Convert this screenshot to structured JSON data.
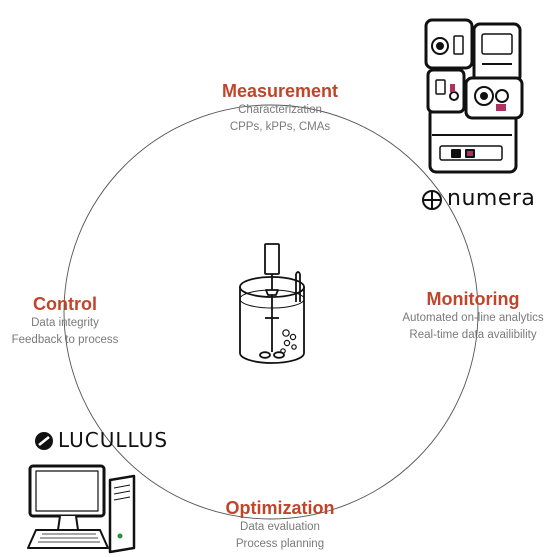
{
  "diagram": {
    "accent_color": "#c0452a",
    "stages": {
      "measurement": {
        "title": "Measurement",
        "lines": [
          "Characterization",
          "CPPs, kPPs, CMAs"
        ]
      },
      "monitoring": {
        "title": "Monitoring",
        "lines": [
          "Automated on-line analytics",
          "Real-time data availibility"
        ]
      },
      "optimization": {
        "title": "Optimization",
        "lines": [
          "Data evaluation",
          "Process planning"
        ]
      },
      "control": {
        "title": "Control",
        "lines": [
          "Data integrity",
          "Feedback to process"
        ]
      }
    },
    "brands": {
      "numera": {
        "name": "numera",
        "icon": "crosshair-circle-icon"
      },
      "lucullus": {
        "name": "LUCULLUS",
        "icon": "slashed-circle-icon"
      }
    },
    "center_icon": "bioreactor-icon",
    "device_icons": [
      "analyzer-rack-icon",
      "desktop-computer-icon"
    ]
  }
}
